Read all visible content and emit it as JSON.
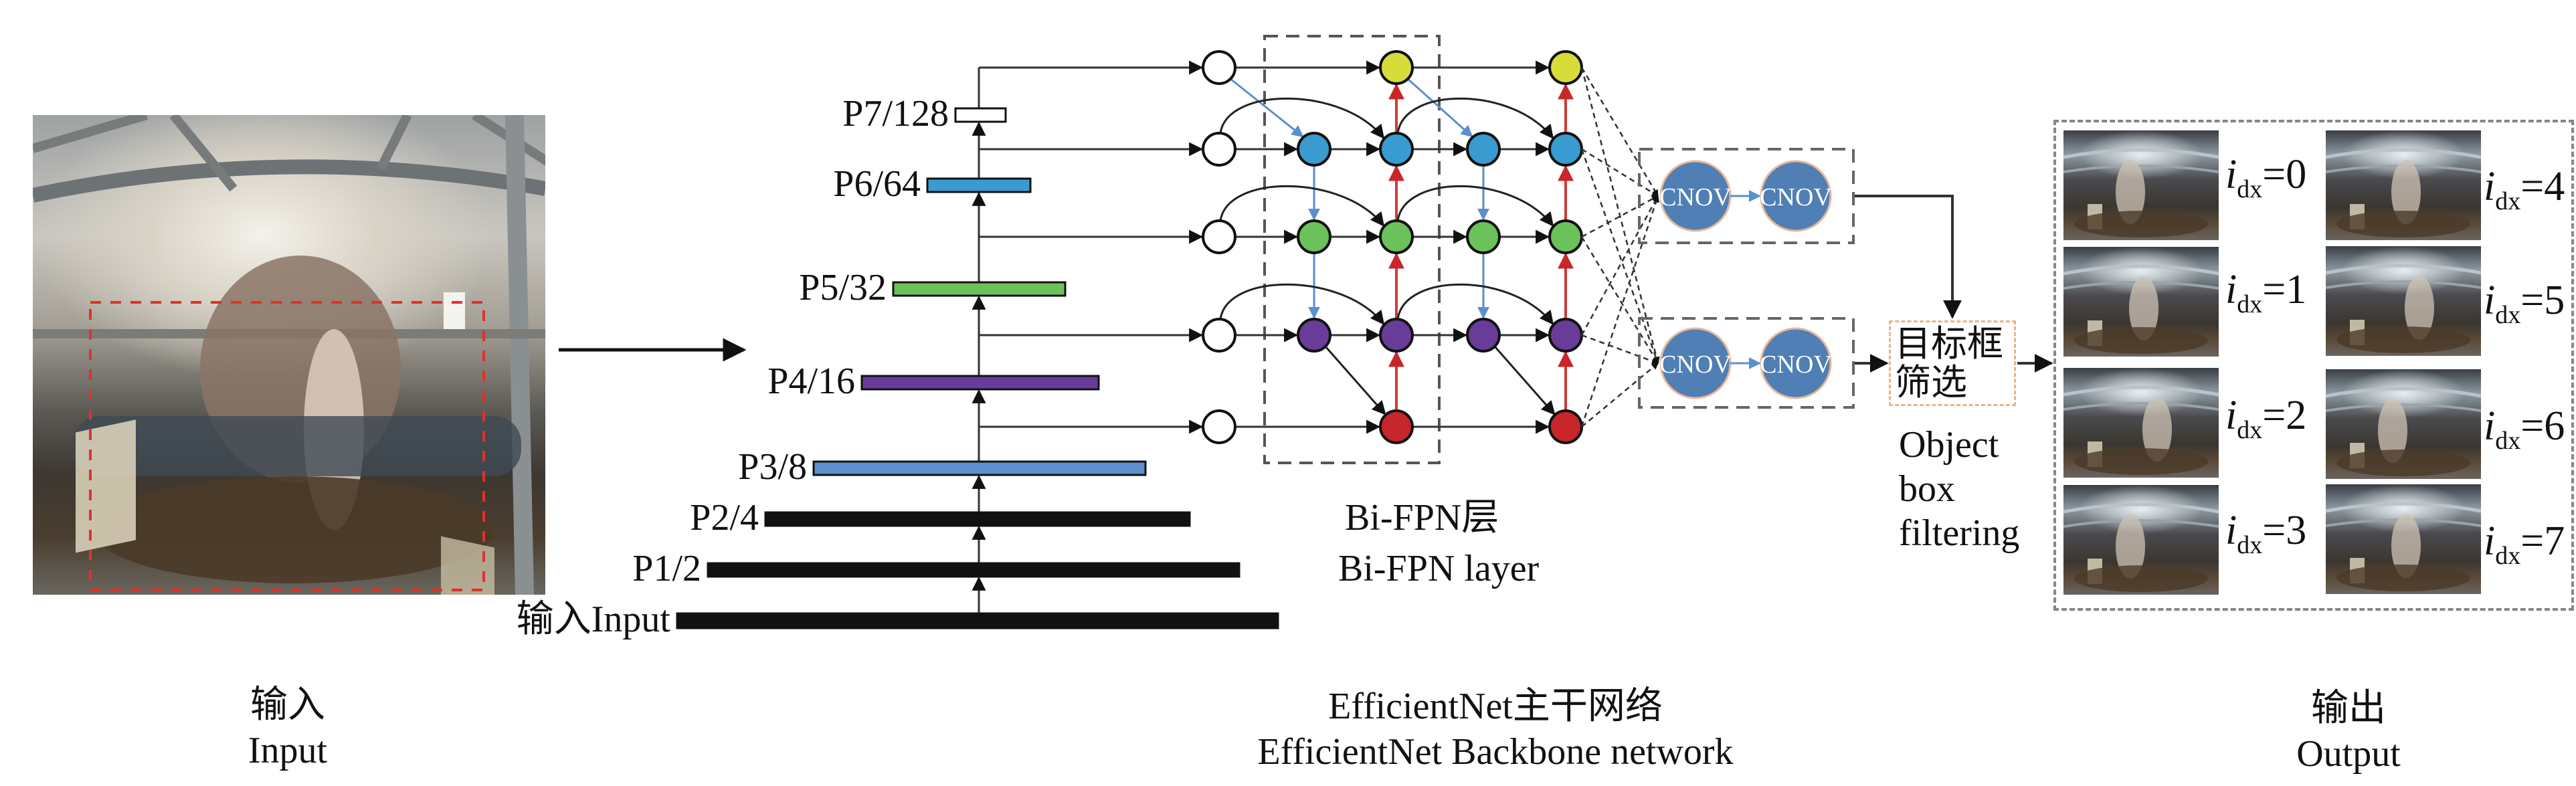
{
  "input_section": {
    "caption_cn": "输入",
    "caption_en": "Input",
    "image_desc": "barn camera frame of sheep feeding at trough with red dashed detection box"
  },
  "backbone": {
    "levels": [
      {
        "label": "P7/128",
        "color": "#ffffff"
      },
      {
        "label": "P6/64",
        "color": "#3a9bd0"
      },
      {
        "label": "P5/32",
        "color": "#6cc25a"
      },
      {
        "label": "P4/16",
        "color": "#6a3c9a"
      },
      {
        "label": "P3/8",
        "color": "#5b8fce"
      },
      {
        "label": "P2/4",
        "color": "#111111"
      },
      {
        "label": "P1/2",
        "color": "#111111"
      },
      {
        "label": "输入Input",
        "color": "#111111"
      }
    ],
    "caption_cn": "EfficientNet主干网络",
    "caption_en": "EfficientNet Backbone network"
  },
  "bifpn": {
    "caption_cn": "Bi-FPN层",
    "caption_en": "Bi-FPN layer",
    "node_colors": {
      "input": "#ffffff",
      "p7": "#d8dc3a",
      "p6": "#3a9bd0",
      "p5": "#6cc25a",
      "p4": "#6a3c9a",
      "p3": "#c8262a"
    },
    "edge_colors": {
      "lateral": "#222222",
      "top_down": "#5b8fce",
      "bottom_up": "#d03a3a"
    }
  },
  "heads": {
    "node_label": "CNOV",
    "node_color": "#4f7fb4",
    "count": 2
  },
  "filter": {
    "label_cn_line1": "目标框",
    "label_cn_line2": "筛选",
    "label_en": [
      "Object",
      "box",
      "filtering"
    ]
  },
  "output_section": {
    "caption_cn": "输出",
    "caption_en": "Output",
    "items": [
      {
        "var": "i",
        "sub": "dx",
        "value": "=0"
      },
      {
        "var": "i",
        "sub": "dx",
        "value": "=1"
      },
      {
        "var": "i",
        "sub": "dx",
        "value": "=2"
      },
      {
        "var": "i",
        "sub": "dx",
        "value": "=3"
      },
      {
        "var": "i",
        "sub": "dx",
        "value": "=4"
      },
      {
        "var": "i",
        "sub": "dx",
        "value": "=5"
      },
      {
        "var": "i",
        "sub": "dx",
        "value": "=6"
      },
      {
        "var": "i",
        "sub": "dx",
        "value": "=7"
      }
    ]
  }
}
